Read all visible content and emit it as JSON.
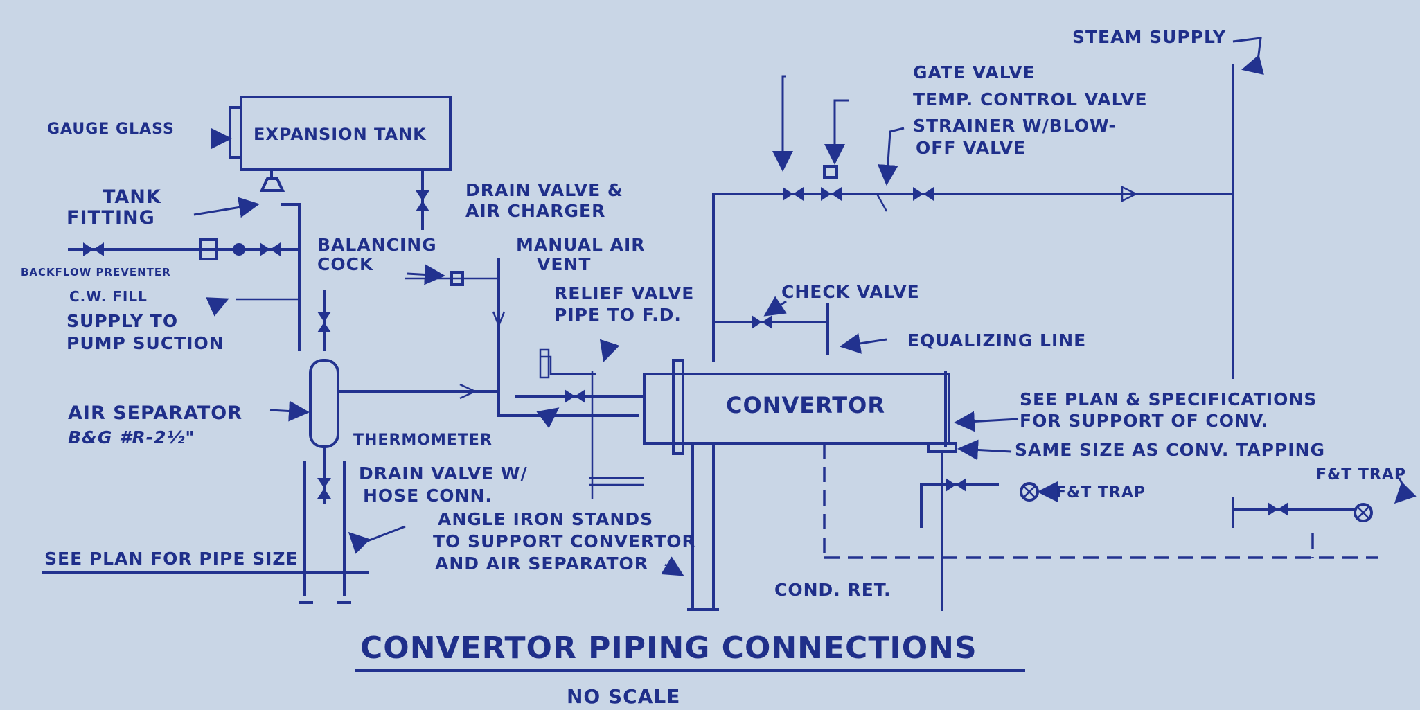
{
  "labels": {
    "gauge_glass": "GAUGE GLASS",
    "expansion_tank": "EXPANSION TANK",
    "drain_valve_air_charger_1": "DRAIN VALVE &",
    "drain_valve_air_charger_2": "AIR CHARGER",
    "tank_fitting_1": "TANK",
    "tank_fitting_2": "FITTING",
    "balancing_cock_1": "BALANCING",
    "balancing_cock_2": "COCK",
    "manual_air_vent_1": "MANUAL AIR",
    "manual_air_vent_2": "VENT",
    "backflow_preventer": "BACKFLOW PREVENTER",
    "cw_fill": "C.W. FILL",
    "supply_pump_suction_1": "SUPPLY TO",
    "supply_pump_suction_2": "PUMP SUCTION",
    "relief_valve_1": "RELIEF VALVE",
    "relief_valve_2": "PIPE TO F.D.",
    "check_valve": "CHECK VALVE",
    "equalizing_line": "EQUALIZING LINE",
    "steam_supply": "STEAM SUPPLY",
    "gate_valve": "GATE VALVE",
    "temp_control_valve": "TEMP. CONTROL VALVE",
    "strainer_1": "STRAINER W/BLOW-",
    "strainer_2": "OFF VALVE",
    "air_separator": "AIR SEPARATOR",
    "air_separator_model": "B&G #R-2½\"",
    "convertor": "CONVERTOR",
    "see_plan_support_1": "SEE PLAN & SPECIFICATIONS",
    "see_plan_support_2": "FOR SUPPORT OF CONV.",
    "thermometer": "THERMOMETER",
    "same_size": "SAME SIZE AS CONV. TAPPING",
    "drain_valve_hose_1": "DRAIN VALVE W/",
    "drain_valve_hose_2": "HOSE CONN.",
    "ft_trap_1": "F&T TRAP",
    "ft_trap_2": "F&T TRAP",
    "angle_iron_1": "ANGLE IRON STANDS",
    "angle_iron_2": "TO SUPPORT CONVERTOR",
    "angle_iron_3": "AND AIR SEPARATOR",
    "see_plan_pipe_size": "SEE PLAN FOR PIPE SIZE",
    "cond_ret": "COND. RET.",
    "title": "CONVERTOR PIPING CONNECTIONS",
    "subtitle": "NO SCALE"
  },
  "colors": {
    "paper": "#c9d6e6",
    "ink": "#22328f"
  }
}
